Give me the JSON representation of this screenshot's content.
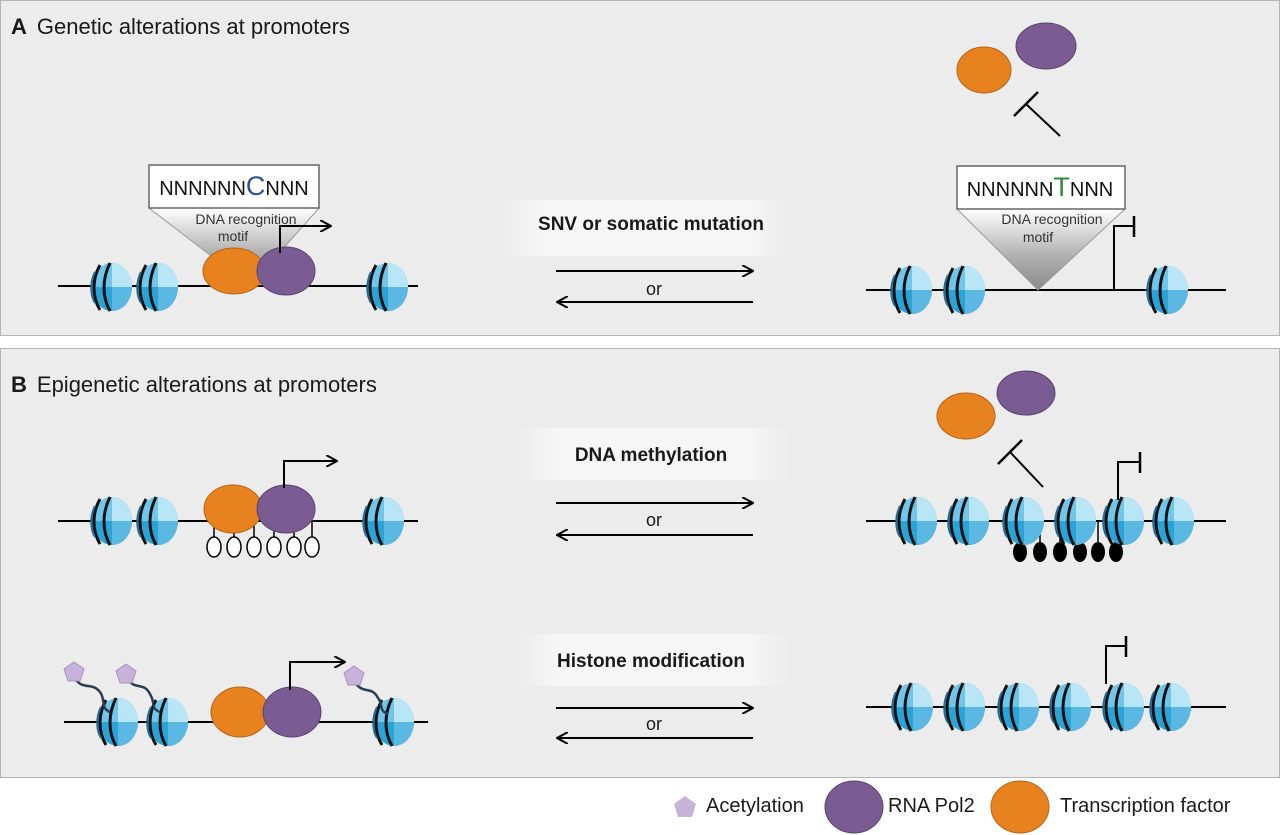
{
  "panels": {
    "a": {
      "letter": "A",
      "title": "Genetic alterations at promoters"
    },
    "b": {
      "letter": "B",
      "title": "Epigenetic alterations at promoters"
    }
  },
  "motif": {
    "left_prefix": "NNNNNN",
    "left_base": "C",
    "left_suffix": "NNN",
    "right_prefix": "NNNNNN",
    "right_base": "T",
    "right_suffix": "NNN",
    "caption_line1": "DNA recognition",
    "caption_line2": "motif"
  },
  "labels": {
    "snv": "SNV or somatic mutation",
    "or": "or",
    "dna_methylation": "DNA methylation",
    "histone_modification": "Histone modification"
  },
  "legend": {
    "acetylation": "Acetylation",
    "rna_pol2": "RNA Pol2",
    "transcription_factor": "Transcription factor"
  },
  "colors": {
    "transcription_factor": "#e8821f",
    "rna_pol2": "#7a5c93",
    "acetylation": "#c7b2d9",
    "nucleosome_light": "#8fd3f0",
    "nucleosome_mid": "#2aa3d6",
    "nucleosome_dark": "#1d6d9a",
    "base_c": "#2d4f9c",
    "base_t": "#2e8b3c",
    "panel_bg": "#ececec"
  }
}
